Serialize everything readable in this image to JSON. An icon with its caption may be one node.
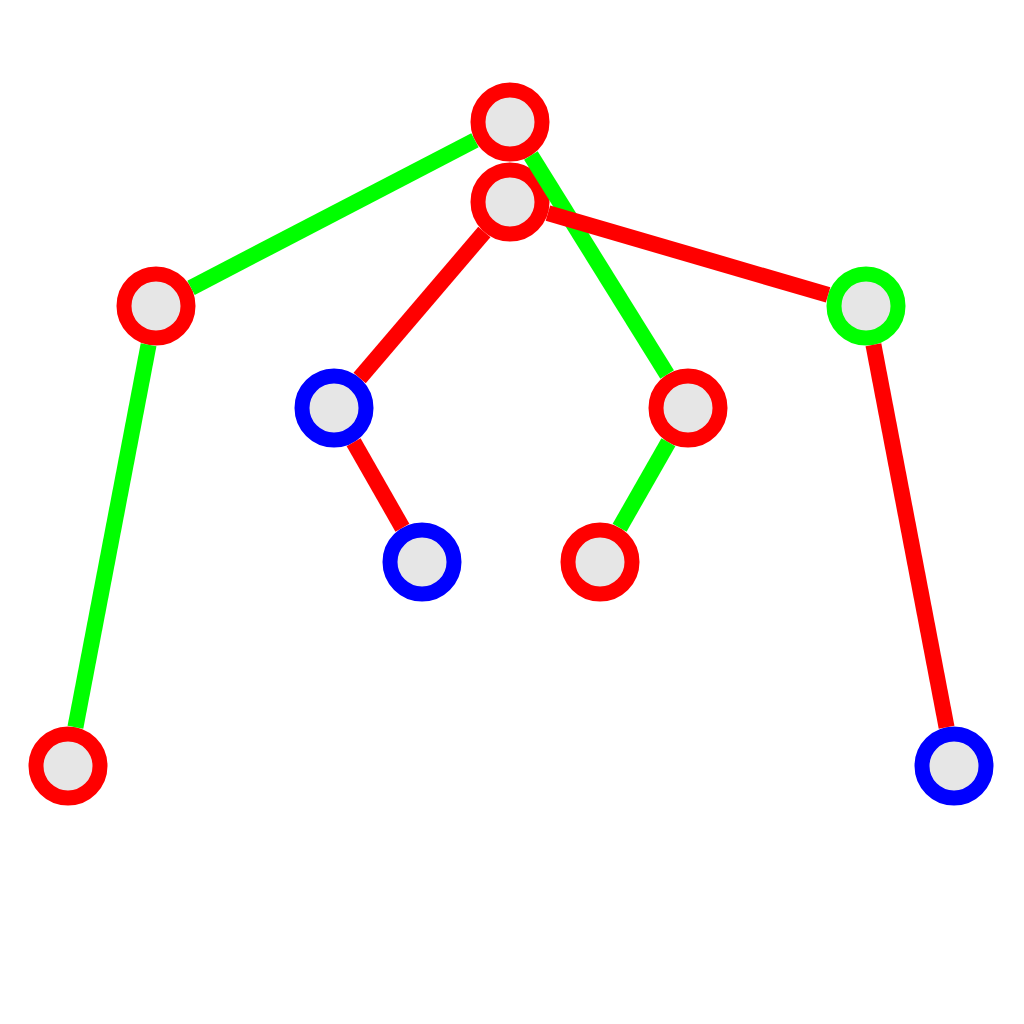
{
  "diagram": {
    "nodes": [
      {
        "text": [],
        "shape": "circle"
      },
      {
        "text": [],
        "shape": "circle"
      },
      {
        "text": [],
        "shape": "circle"
      },
      {
        "text": [],
        "shape": "circle"
      },
      {
        "text": [],
        "shape": "circle"
      },
      {
        "text": [],
        "shape": "circle"
      },
      {
        "text": [],
        "shape": "circle"
      },
      {
        "text": [],
        "shape": "circle"
      },
      {
        "text": [],
        "shape": "circle"
      },
      {
        "text": [],
        "shape": "circle"
      }
    ],
    "edges": [
      {
        "from": 0,
        "to": 2,
        "arrow": "none",
        "color": "#00ff00"
      },
      {
        "from": 2,
        "to": 8,
        "arrow": "none",
        "color": "#00ff00"
      },
      {
        "from": 0,
        "to": 5,
        "arrow": "none",
        "color": "#00ff00"
      },
      {
        "from": 5,
        "to": 7,
        "arrow": "none",
        "color": "#00ff00"
      },
      {
        "from": 1,
        "to": 4,
        "arrow": "none",
        "color": "#ff0000"
      },
      {
        "from": 4,
        "to": 6,
        "arrow": "none",
        "color": "#ff0000"
      },
      {
        "from": 1,
        "to": 3,
        "arrow": "none",
        "color": "#ff0000"
      },
      {
        "from": 3,
        "to": 9,
        "arrow": "none",
        "color": "#ff0000"
      }
    ]
  }
}
